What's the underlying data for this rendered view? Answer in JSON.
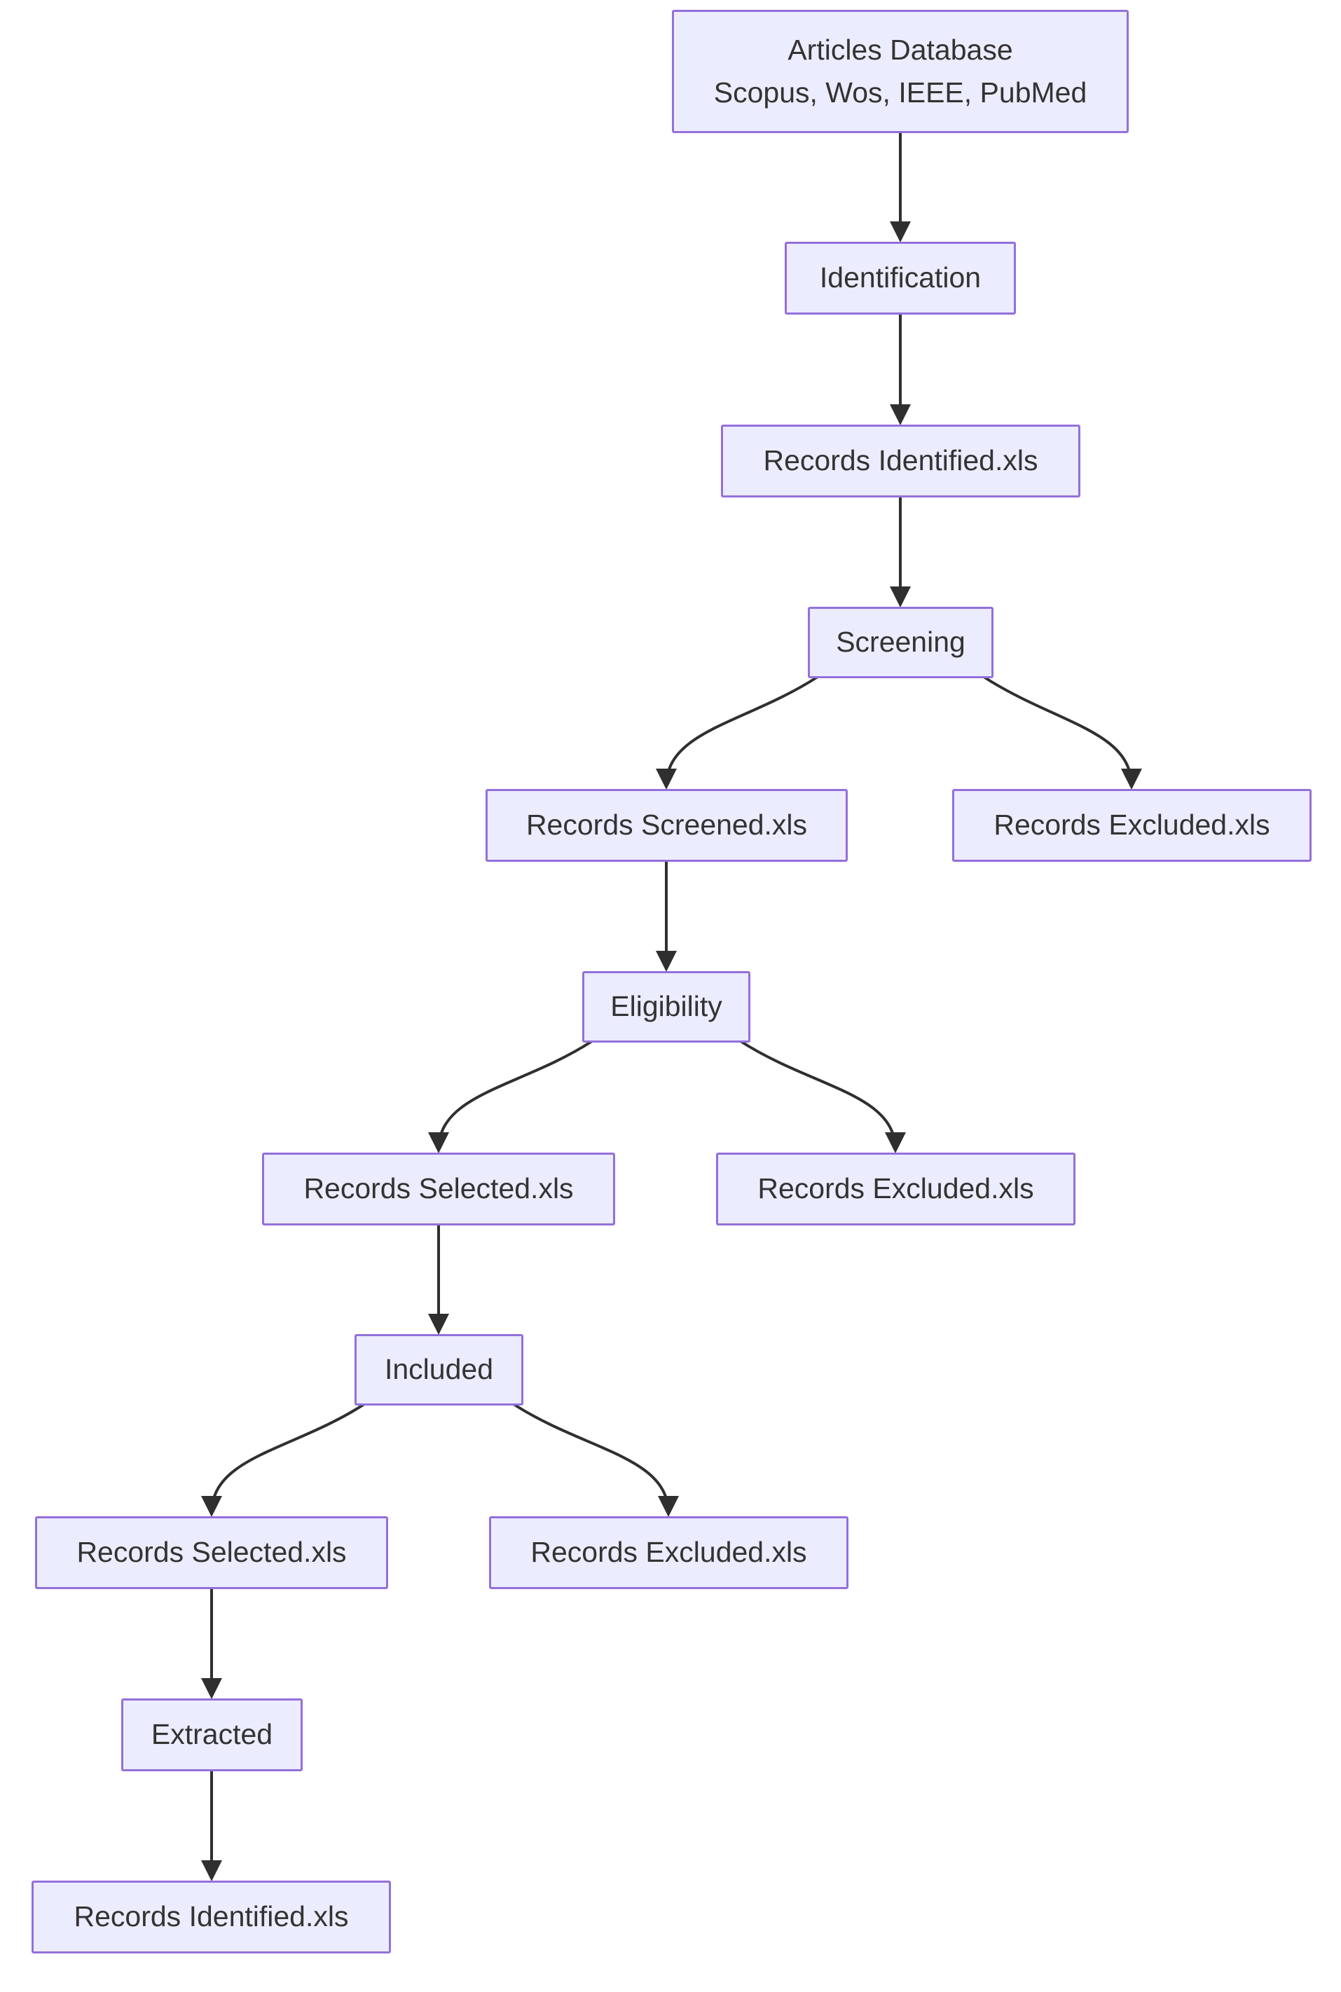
{
  "diagram": {
    "type": "flowchart",
    "direction": "top-down",
    "colors": {
      "background": "#FFFFFF",
      "node_fill": "#ECECFF",
      "node_border": "#9370DB",
      "node_text": "#333333",
      "edge": "#2F2F2F"
    },
    "nodes": [
      {
        "id": "articles-database",
        "lines": [
          "Articles Database",
          "Scopus, Wos, IEEE, PubMed"
        ]
      },
      {
        "id": "identification",
        "lines": [
          "Identification"
        ]
      },
      {
        "id": "records-identified",
        "lines": [
          "Records Identified.xls"
        ]
      },
      {
        "id": "screening",
        "lines": [
          "Screening"
        ]
      },
      {
        "id": "records-screened",
        "lines": [
          "Records Screened.xls"
        ]
      },
      {
        "id": "records-excluded-screening",
        "lines": [
          "Records Excluded.xls"
        ]
      },
      {
        "id": "eligibility",
        "lines": [
          "Eligibility"
        ]
      },
      {
        "id": "records-selected-eligibility",
        "lines": [
          "Records Selected.xls"
        ]
      },
      {
        "id": "records-excluded-eligibility",
        "lines": [
          "Records Excluded.xls"
        ]
      },
      {
        "id": "included",
        "lines": [
          "Included"
        ]
      },
      {
        "id": "records-selected-included",
        "lines": [
          "Records Selected.xls"
        ]
      },
      {
        "id": "records-excluded-included",
        "lines": [
          "Records Excluded.xls"
        ]
      },
      {
        "id": "extracted",
        "lines": [
          "Extracted"
        ]
      },
      {
        "id": "records-identified-final",
        "lines": [
          "Records Identified.xls"
        ]
      }
    ],
    "edges": [
      {
        "from": "articles-database",
        "to": "identification"
      },
      {
        "from": "identification",
        "to": "records-identified"
      },
      {
        "from": "records-identified",
        "to": "screening"
      },
      {
        "from": "screening",
        "to": "records-screened"
      },
      {
        "from": "screening",
        "to": "records-excluded-screening"
      },
      {
        "from": "records-screened",
        "to": "eligibility"
      },
      {
        "from": "eligibility",
        "to": "records-selected-eligibility"
      },
      {
        "from": "eligibility",
        "to": "records-excluded-eligibility"
      },
      {
        "from": "records-selected-eligibility",
        "to": "included"
      },
      {
        "from": "included",
        "to": "records-selected-included"
      },
      {
        "from": "included",
        "to": "records-excluded-included"
      },
      {
        "from": "records-selected-included",
        "to": "extracted"
      },
      {
        "from": "extracted",
        "to": "records-identified-final"
      }
    ]
  }
}
